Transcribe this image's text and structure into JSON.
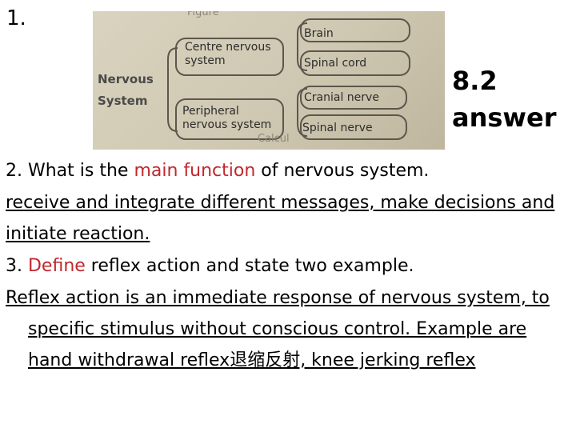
{
  "slide": {
    "number_label": "1.",
    "answer_label_line1": "8.2",
    "answer_label_line2": "answer"
  },
  "photo": {
    "top_faint_text": "Figure",
    "bottom_faint_text": "Calcul",
    "root_line1": "Nervous",
    "root_line2": "System",
    "branch_cns_line1": "Centre nervous",
    "branch_cns_line2": "system",
    "branch_pns_line1": "Peripheral",
    "branch_pns_line2": "nervous system",
    "leaf_brain": "Brain",
    "leaf_spinal_cord": "Spinal cord",
    "leaf_cranial_nerve": "Cranial nerve",
    "leaf_spinal_nerve": "Spinal nerve"
  },
  "q2": {
    "prefix": "2. What is the ",
    "highlight": "main function",
    "suffix": " of nervous system.",
    "answer": "receive and integrate different messages, make decisions and initiate reaction."
  },
  "q3": {
    "prefix": "3. ",
    "highlight": "Define",
    "suffix": " reflex action and state two example.",
    "answer": "Reflex action is an immediate response of nervous system, to specific stimulus without conscious control. Example are hand withdrawal reflex退缩反射, knee jerking reflex"
  },
  "colors": {
    "highlight": "#c0282d",
    "photo_bg": "#d9d3bf"
  }
}
